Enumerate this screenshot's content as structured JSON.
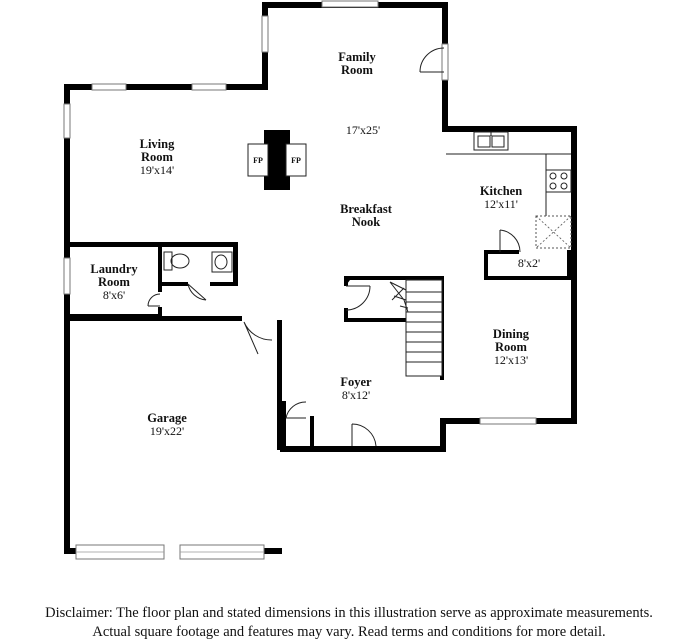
{
  "rooms": {
    "family_room": {
      "name_line1": "Family",
      "name_line2": "Room",
      "dimensions": "17'x25'"
    },
    "living_room": {
      "name_line1": "Living",
      "name_line2": "Room",
      "dimensions": "19'x14'"
    },
    "breakfast_nook": {
      "name_line1": "Breakfast",
      "name_line2": "Nook"
    },
    "kitchen": {
      "name": "Kitchen",
      "dimensions": "12'x11'"
    },
    "pantry": {
      "dimensions": "8'x2'"
    },
    "laundry_room": {
      "name_line1": "Laundry",
      "name_line2": "Room",
      "dimensions": "8'x6'"
    },
    "dining_room": {
      "name_line1": "Dining",
      "name_line2": "Room",
      "dimensions": "12'x13'"
    },
    "foyer": {
      "name": "Foyer",
      "dimensions": "8'x12'"
    },
    "garage": {
      "name": "Garage",
      "dimensions": "19'x22'"
    }
  },
  "fireplace": {
    "left_label": "FP",
    "right_label": "FP"
  },
  "disclaimer": {
    "line1": "Disclaimer: The floor plan and stated dimensions in this illustration serve as approximate measurements.",
    "line2": "Actual square footage and features may vary. Read terms and conditions for more detail."
  }
}
